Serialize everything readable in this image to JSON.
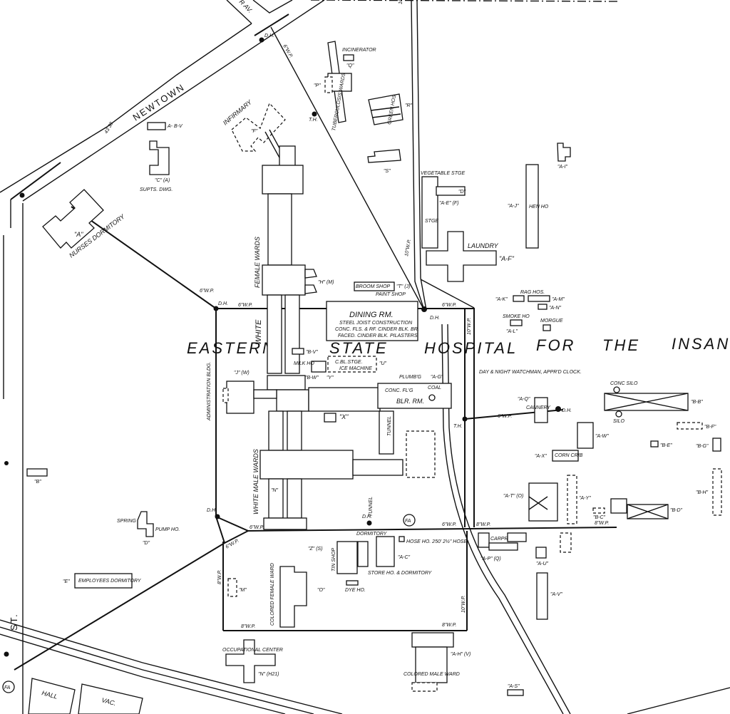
{
  "title": {
    "eastern": "EASTERN",
    "state": "STATE",
    "hospital": "HOSPITAL",
    "for": "FOR",
    "the": "THE",
    "insane": "INSANE"
  },
  "streets": {
    "newtown": "NEWTOWN",
    "av": "R AV.",
    "st": "ST.",
    "newtown_numbers": "43  38"
  },
  "buildings": {
    "infirmary": "INFIRMARY",
    "infirmary_code": "\"F\"",
    "nurses_dormitory": "NURSES DORMITORY",
    "nurses_code": "\"A\"",
    "supts_dwg": "SUPTS. DWG.",
    "supts_code": "\"C\" (A)",
    "bv_top": "A-  B-V",
    "tuberculosis_wards": "TUBERCULOSIS WARDS",
    "p_code": "\"P\"",
    "incinerator": "INCINERATOR",
    "q_code": "\"Q\"",
    "green_hos": "GREEN HOS",
    "r_code": "\"R\"",
    "s_code": "\"S\"",
    "female_wards": "FEMALE WARDS",
    "white_upper": "WHITE",
    "h_code": "\"H\" (M)",
    "broom_shop": "BROOM SHOP",
    "paint_shop": "PAINT SHOP",
    "t_code": "\"T\" (J)",
    "vegetable_stge": "VEGETABLE STGE",
    "ae_code": "\"A-E\" (F)",
    "d_code": "\"D\"",
    "stge": "STGE",
    "laundry": "LAUNDRY",
    "af_code": "\"A-F\"",
    "hen_ho": "HEN HO",
    "aj_code": "\"A-J\"",
    "ai_code": "\"A-I\"",
    "rag_hos": "RAG HOS.",
    "ak_code": "\"A-K\"",
    "am_code": "\"A-M\"",
    "an_code": "\"A-N\"",
    "smoke_ho": "SMOKE HO",
    "al_code": "\"A-L\"",
    "morgue": "MORGUE",
    "dining_rm": "DINING RM.",
    "dining_note1": "STEEL JOIST CONSTRUCTION",
    "dining_note2": "CONC. FLS. & RF. CINDER BLK. BR.",
    "dining_note3": "FACED. CINDER BLK. PILASTERS.",
    "bv_code": "\"B-V\"",
    "milk_ho": "MILK HO",
    "bw_code": "\"B-W\"",
    "y_code": "\"Y\"",
    "c_bl_stge": "C.BL.STGE.",
    "ice_machine": "ICE MACHINE",
    "u_code": "\"U\"",
    "blr_rm": "BLR. RM.",
    "conc_fl": "CONC. FL'G",
    "ag_code": "\"A-G\"",
    "plumbg": "PLUMB'G",
    "coal": "COAL",
    "x_code": "\"X\"",
    "administration": "ADMINISTRATION BLDG.",
    "j_code": "\"J\" (W)",
    "day_night": "DAY & NIGHT WATCHMAN, APPR'D CLOCK.",
    "male_wards": "WHITE MALE WARDS",
    "n_code": "\"N\"",
    "aq_code": "\"A-Q\"",
    "cannery": "CANNERY",
    "bb_code": "\"B-B\"",
    "conc_silo": "CONC SILO",
    "silo": "SILO",
    "aw_code": "\"A-W\"",
    "ax_code": "\"A-X\"",
    "corn_crib": "CORN CRIB",
    "bf_code": "\"B-F\"",
    "be_code": "\"B-E\"",
    "bg_code": "\"B-G\"",
    "bh_code": "\"B-H\"",
    "at_code": "\"A-T\" (O)",
    "ay_code": "\"A-Y\"",
    "bc_code": "\"B-C\"",
    "bd_code": "\"B-D\"",
    "carpr": "CARPR",
    "ap_code": "\"A-P\" (Q)",
    "au_code": "\"A-U\"",
    "av_code": "\"A-V\"",
    "b_code": "\"B\"",
    "spring": "SPRING",
    "pump_ho": "PUMP HO.",
    "d2_code": "\"D\"",
    "employees_dormitory": "EMPLOYEES DORMITORY",
    "e_code": "\"E\"",
    "m_code": "\"M\"",
    "colored_female_ward": "COLORED FEMALE WARD",
    "o_code": "\"O\"",
    "tin_shop": "TIN SHOP",
    "z_code": "\"Z\" (S)",
    "dormitory": "DORMITORY",
    "store_ho": "STORE HO. & DORMITORY",
    "dye_ho": "DYE HO.",
    "hose_ho": "HOSE HO. 250' 2½\" HOSE",
    "ac_code": "\"A-C\"",
    "tunnel": "TUNNEL",
    "occupational_center": "OCCUPATIONAL CENTER",
    "nh_code": "\"N\" (H21)",
    "colored_male_ward": "COLORED MALE WARD",
    "ah_code": "\"A-H\" (V)",
    "as_code": "\"A-S\"",
    "hall": "HALL",
    "vac": "VAC."
  },
  "pipes": {
    "wp6": "6\"W.P.",
    "wp8": "8\"W.P.",
    "wp10": "10\"W.P.",
    "dh": "D.H.",
    "th": "T.H.",
    "fa": "FA"
  }
}
